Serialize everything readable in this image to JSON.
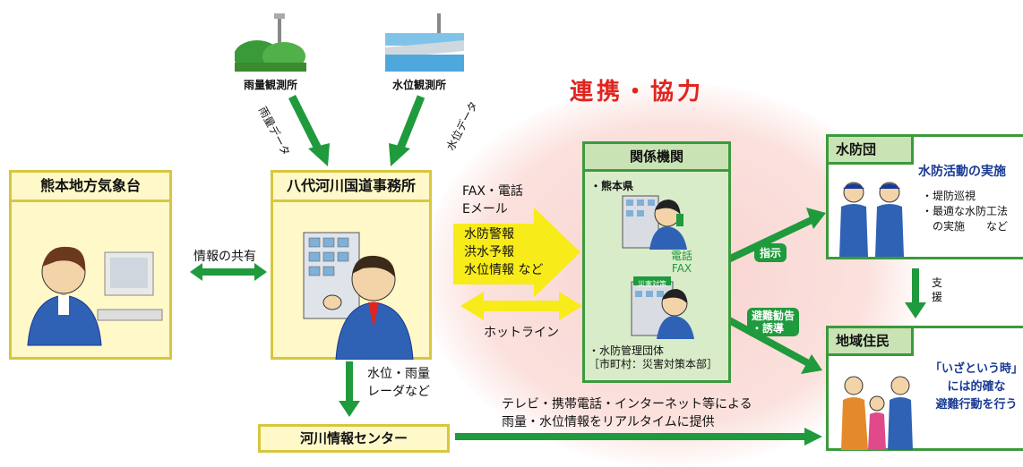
{
  "collab_title": "連携・協力",
  "rain_station": {
    "label": "雨量観測所",
    "data_label": "雨量データ"
  },
  "water_station": {
    "label": "水位観測所",
    "data_label": "水位データ"
  },
  "meteo": {
    "title": "熊本地方気象台"
  },
  "info_share": "情報の共有",
  "office": {
    "title": "八代河川国道事務所"
  },
  "comm_methods": [
    "FAX・電話",
    "Eメール"
  ],
  "warnings": [
    "水防警報",
    "洪水予報",
    "水位情報 など"
  ],
  "hotline": "ホットライン",
  "agencies": {
    "title": "関係機関",
    "pref": "・熊本県",
    "phone_fax": [
      "電話",
      "FAX"
    ],
    "org_line1": "・水防管理団体",
    "org_line2": "［市町村：災害対策本部］",
    "building_sign": "災害対策"
  },
  "instruct": "指示",
  "evac": [
    "避難勧告",
    "・誘導"
  ],
  "suibodan": {
    "title": "水防団",
    "activity": "水防活動の実施",
    "items": [
      "・堤防巡視",
      "・最適な水防工法",
      "　の実施　　など"
    ]
  },
  "support": [
    "支",
    "援"
  ],
  "residents": {
    "title": "地域住民",
    "message": [
      "「いざという時」",
      "には的確な",
      "避難行動を行う"
    ]
  },
  "down_label": [
    "水位・雨量",
    "レーダなど"
  ],
  "river_center": "河川情報センター",
  "broadcast": [
    "テレビ・携帯電話・インターネット等による",
    "雨量・水位情報をリアルタイムに提供"
  ],
  "colors": {
    "green": "#1f9a3c",
    "yellow": "#f2e000",
    "red": "#e0241f",
    "navy": "#1a3a93"
  }
}
